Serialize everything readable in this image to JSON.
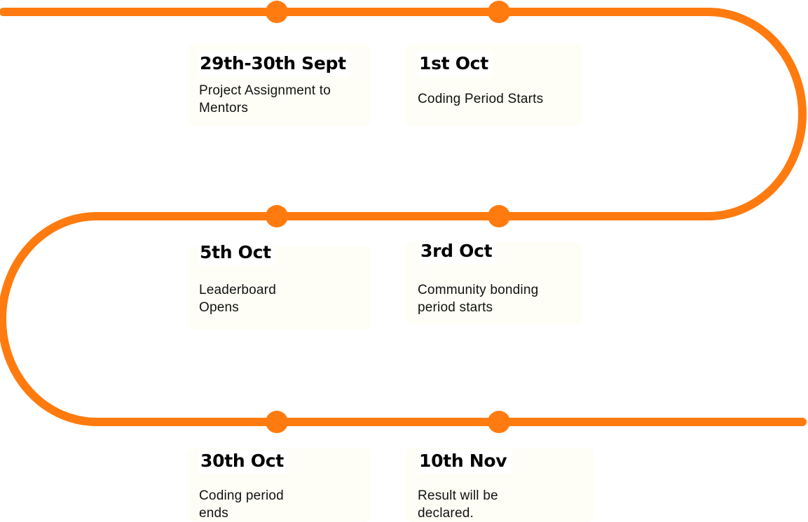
{
  "colors": {
    "path": "#ff7b0f",
    "card_background": "#fefef6",
    "text": "#000000"
  },
  "events": [
    {
      "date": "29th-30th Sept",
      "description_lines": [
        "Project Assignment to",
        "Mentors"
      ]
    },
    {
      "date": "1st Oct",
      "description_lines": [
        "Coding Period Starts"
      ]
    },
    {
      "date": "3rd Oct",
      "description_lines": [
        "Community bonding",
        "period starts"
      ]
    },
    {
      "date": "5th Oct",
      "description_lines": [
        "Leaderboard",
        "Opens"
      ]
    },
    {
      "date": "30th Oct",
      "description_lines": [
        "Coding period",
        "ends"
      ]
    },
    {
      "date": "10th Nov",
      "description_lines": [
        "Result will be",
        "declared."
      ]
    }
  ]
}
